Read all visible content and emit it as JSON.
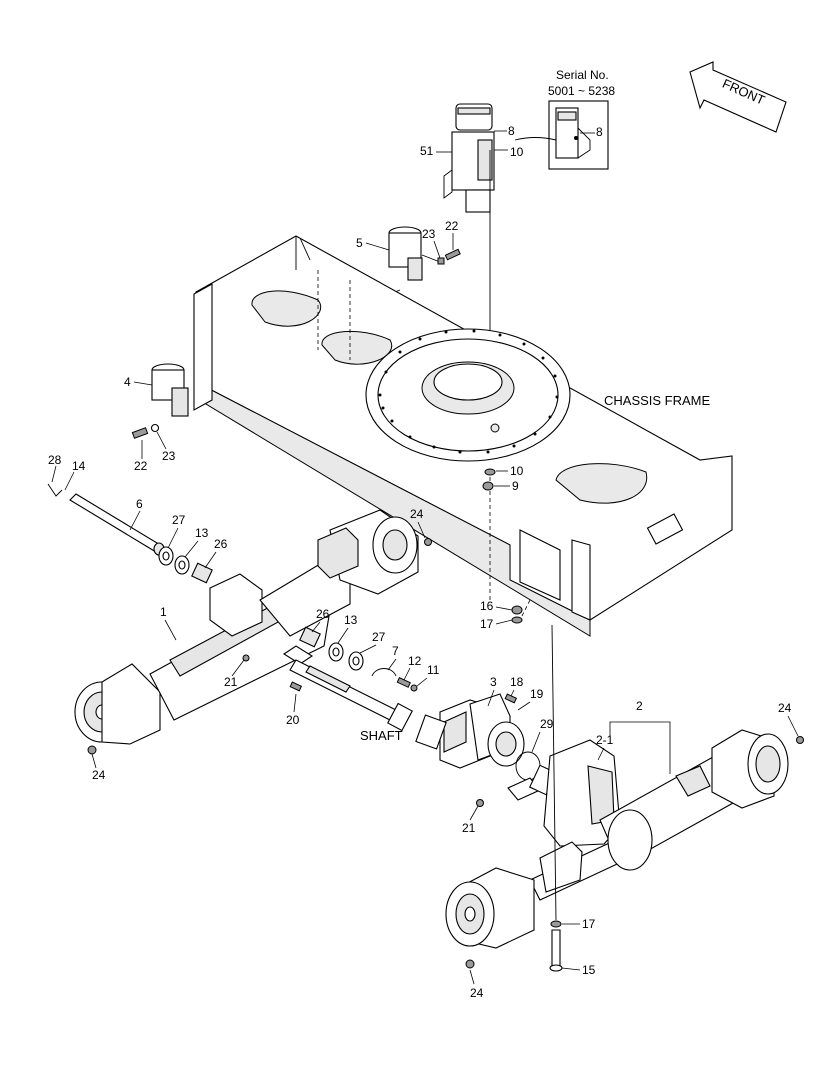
{
  "front_label": "FRONT",
  "serial": {
    "title": "Serial No.",
    "range": "5001 ~ 5238"
  },
  "frame_label": "CHASSIS FRAME",
  "shaft_label": "SHAFT",
  "callouts": {
    "c51": "51",
    "c8a": "8",
    "c10a": "10",
    "c8b": "8",
    "c5": "5",
    "c23a": "23",
    "c22a": "22",
    "c4": "4",
    "c22b": "22",
    "c23b": "23",
    "c10b": "10",
    "c9": "9",
    "c28": "28",
    "c14": "14",
    "c6": "6",
    "c27a": "27",
    "c13a": "13",
    "c26a": "26",
    "c24a": "24",
    "c1": "1",
    "c21a": "21",
    "c26b": "26",
    "c13b": "13",
    "c27b": "27",
    "c7": "7",
    "c12": "12",
    "c11": "11",
    "c20": "20",
    "c24b": "24",
    "c16": "16",
    "c17a": "17",
    "c3": "3",
    "c18": "18",
    "c19": "19",
    "c29": "29",
    "c2": "2",
    "c2_1": "2-1",
    "c24c": "24",
    "c21b": "21",
    "c17b": "17",
    "c15": "15",
    "c24d": "24"
  }
}
